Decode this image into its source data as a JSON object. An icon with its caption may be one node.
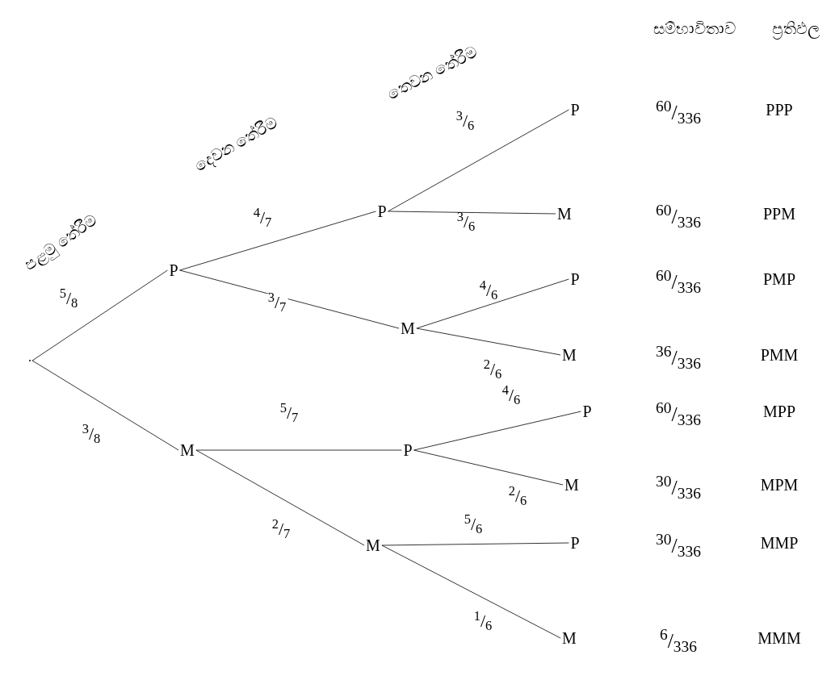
{
  "diagram": {
    "nodes": [
      {
        "text": [],
        "shape": "point"
      },
      {
        "text": [
          "P"
        ]
      },
      {
        "text": [
          "M"
        ]
      },
      {
        "text": [
          "P"
        ]
      },
      {
        "text": [
          "M"
        ]
      },
      {
        "text": [
          "P"
        ]
      },
      {
        "text": [
          "M"
        ]
      },
      {
        "text": [
          "P"
        ]
      },
      {
        "text": [
          "M"
        ]
      },
      {
        "text": [
          "P"
        ]
      },
      {
        "text": [
          "M"
        ]
      },
      {
        "text": [
          "P"
        ]
      },
      {
        "text": [
          "M"
        ]
      },
      {
        "text": [
          "P"
        ]
      },
      {
        "text": [
          "M"
        ]
      }
    ],
    "edges": [
      {
        "from": 0,
        "to": 1,
        "arrow": "none",
        "label": "$^{5}$/$_{8}$"
      },
      {
        "from": 0,
        "to": 2,
        "arrow": "none",
        "label": "$^{3}$/$_{8}$"
      },
      {
        "from": 1,
        "to": 3,
        "arrow": "none",
        "label": "$^{4}$/$_{7}$"
      },
      {
        "from": 1,
        "to": 4,
        "arrow": "none",
        "label": "$^{3}$/$_{7}$"
      },
      {
        "from": 2,
        "to": 5,
        "arrow": "none",
        "label": "$^{5}$/$_{7}$"
      },
      {
        "from": 2,
        "to": 6,
        "arrow": "none",
        "label": "$^{2}$/$_{7}$"
      },
      {
        "from": 3,
        "to": 7,
        "arrow": "none",
        "label": "$^{3}$/$_{6}$"
      },
      {
        "from": 3,
        "to": 8,
        "arrow": "none",
        "label": "$^{3}$/$_{6}$"
      },
      {
        "from": 4,
        "to": 9,
        "arrow": "none",
        "label": "$^{4}$/$_{6}$"
      },
      {
        "from": 4,
        "to": 10,
        "arrow": "none",
        "label": "$^{2}$/$_{6}$"
      },
      {
        "from": 5,
        "to": 11,
        "arrow": "none",
        "label": "$^{4}$/$_{6}$"
      },
      {
        "from": 5,
        "to": 12,
        "arrow": "none",
        "label": "$^{2}$/$_{6}$"
      },
      {
        "from": 6,
        "to": 13,
        "arrow": "none",
        "label": "$^{5}$/$_{6}$"
      },
      {
        "from": 6,
        "to": 14,
        "arrow": "none",
        "label": "$^{1}$/$_{6}$"
      }
    ],
    "labels": [
      "පළමු තේරීම",
      "දෙවන තේරීම",
      "තෙවන තේරීම",
      "සම්භාවිතාව",
      "ප්‍රතිඵල",
      "$^{60}$/$_{336}$",
      "PPP",
      "$^{60}$/$_{336}$",
      "PPM",
      "$^{60}$/$_{336}$",
      "PMP",
      "$^{36}$/$_{336}$",
      "PMM",
      "$^{60}$/$_{336}$",
      "MPP",
      "$^{30}$/$_{336}$",
      "MPM",
      "$^{30}$/$_{336}$",
      "MMP",
      "$^{6}$/$_{336}$",
      "MMM"
    ]
  }
}
